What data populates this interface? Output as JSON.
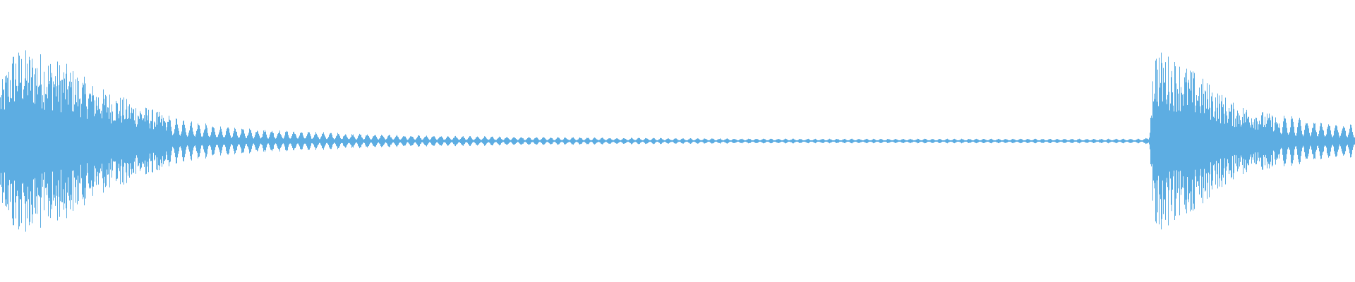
{
  "waveform": {
    "color": "#5DADE2",
    "background": "#FFFFFF",
    "envelope": [
      {
        "t": 0.0,
        "a": 0.55
      },
      {
        "t": 0.01,
        "a": 0.92
      },
      {
        "t": 0.03,
        "a": 0.88
      },
      {
        "t": 0.05,
        "a": 0.75
      },
      {
        "t": 0.07,
        "a": 0.55
      },
      {
        "t": 0.1,
        "a": 0.38
      },
      {
        "t": 0.115,
        "a": 0.3
      },
      {
        "t": 0.13,
        "a": 0.2
      },
      {
        "t": 0.16,
        "a": 0.13
      },
      {
        "t": 0.2,
        "a": 0.1
      },
      {
        "t": 0.25,
        "a": 0.07
      },
      {
        "t": 0.3,
        "a": 0.05
      },
      {
        "t": 0.4,
        "a": 0.035
      },
      {
        "t": 0.5,
        "a": 0.025
      },
      {
        "t": 0.6,
        "a": 0.02
      },
      {
        "t": 0.7,
        "a": 0.02
      },
      {
        "t": 0.8,
        "a": 0.02
      },
      {
        "t": 0.845,
        "a": 0.02
      },
      {
        "t": 0.848,
        "a": 0.05
      },
      {
        "t": 0.852,
        "a": 0.92
      },
      {
        "t": 0.87,
        "a": 0.8
      },
      {
        "t": 0.89,
        "a": 0.6
      },
      {
        "t": 0.91,
        "a": 0.38
      },
      {
        "t": 0.94,
        "a": 0.26
      },
      {
        "t": 0.97,
        "a": 0.18
      },
      {
        "t": 1.0,
        "a": 0.14
      }
    ]
  }
}
